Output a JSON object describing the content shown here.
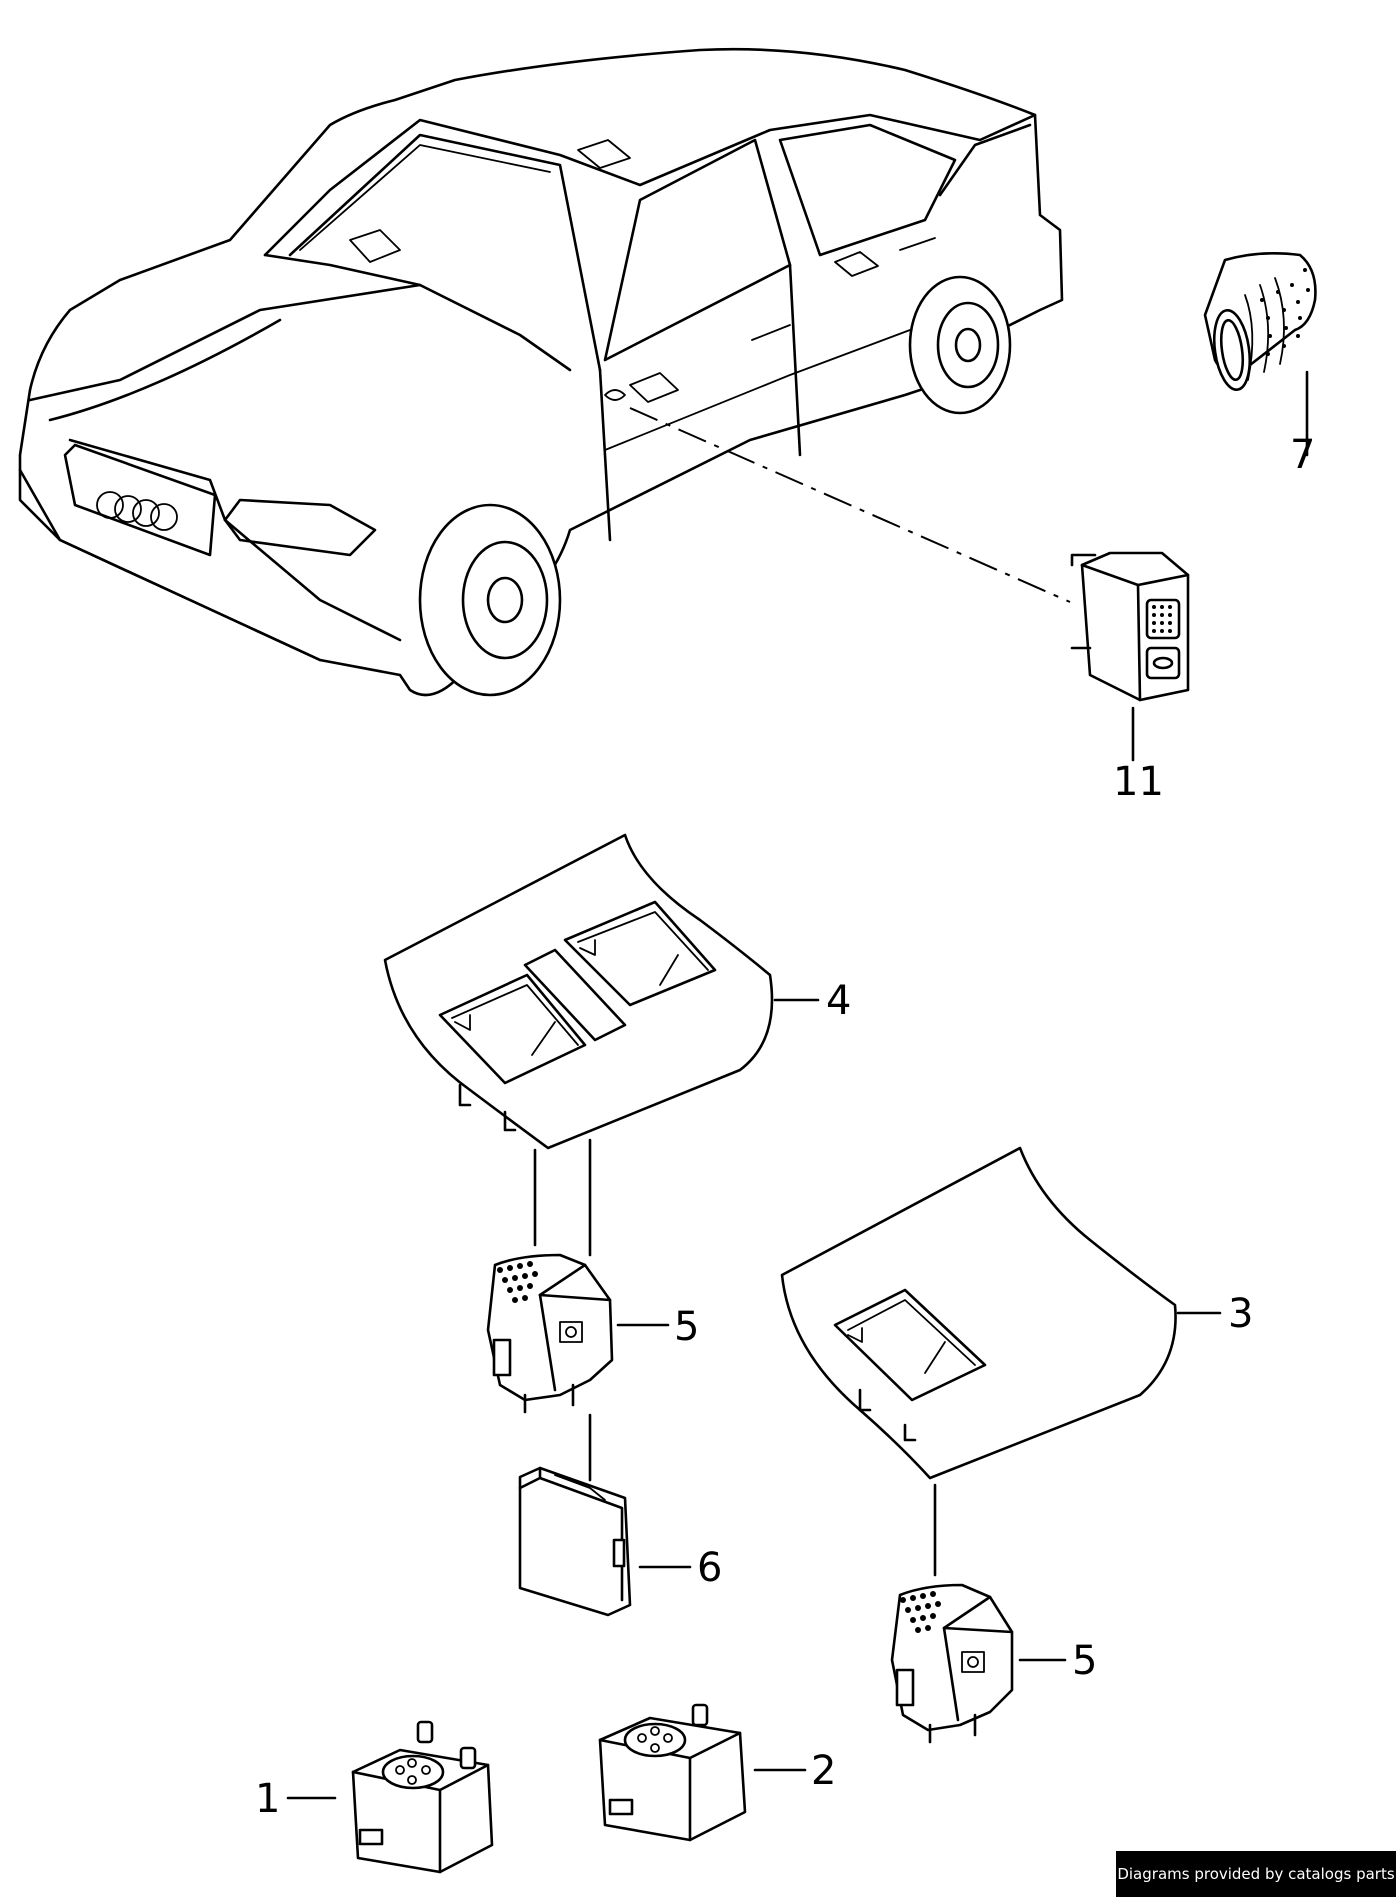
{
  "diagram": {
    "callouts": [
      {
        "id": "c7",
        "label": "7"
      },
      {
        "id": "c11",
        "label": "11"
      },
      {
        "id": "c4",
        "label": "4"
      },
      {
        "id": "c5a",
        "label": "5"
      },
      {
        "id": "c3",
        "label": "3"
      },
      {
        "id": "c6",
        "label": "6"
      },
      {
        "id": "c5b",
        "label": "5"
      },
      {
        "id": "c1",
        "label": "1"
      },
      {
        "id": "c2",
        "label": "2"
      }
    ]
  },
  "footer": {
    "credit": "Diagrams provided by catalogs parts"
  }
}
